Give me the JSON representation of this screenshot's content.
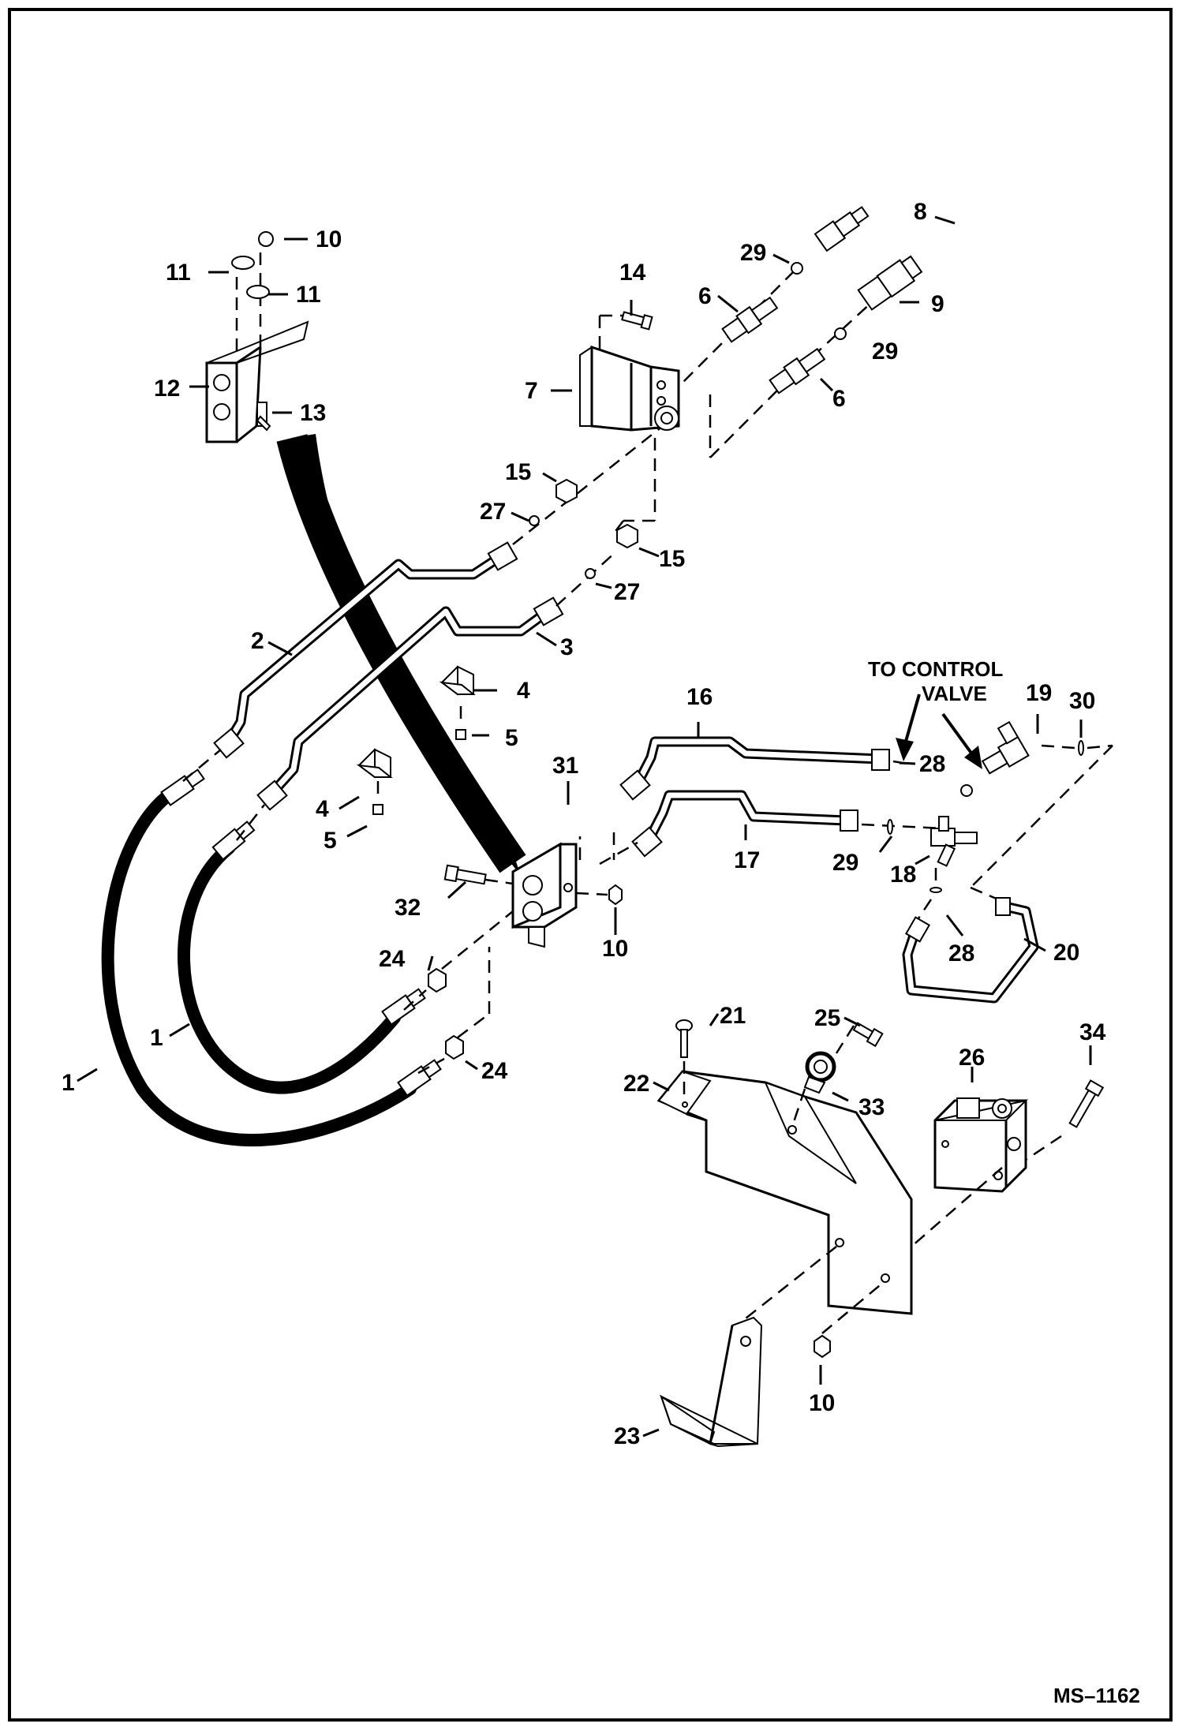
{
  "diagram": {
    "code": "MS–1162",
    "note_line1": "TO CONTROL",
    "note_line2": "VALVE",
    "callouts": {
      "c1a": "1",
      "c1b": "1",
      "c2": "2",
      "c3": "3",
      "c4a": "4",
      "c4b": "4",
      "c5a": "5",
      "c5b": "5",
      "c6a": "6",
      "c6b": "6",
      "c7": "7",
      "c8": "8",
      "c9": "9",
      "c10a": "10",
      "c10b": "10",
      "c10c": "10",
      "c11a": "11",
      "c11b": "11",
      "c12": "12",
      "c13": "13",
      "c14": "14",
      "c15a": "15",
      "c15b": "15",
      "c16": "16",
      "c17": "17",
      "c18": "18",
      "c19": "19",
      "c20": "20",
      "c21": "21",
      "c22": "22",
      "c23": "23",
      "c24a": "24",
      "c24b": "24",
      "c25": "25",
      "c26": "26",
      "c27a": "27",
      "c27b": "27",
      "c28a": "28",
      "c28b": "28",
      "c29a": "29",
      "c29b": "29",
      "c29c": "29",
      "c30": "30",
      "c31": "31",
      "c32": "32",
      "c33": "33",
      "c34": "34"
    }
  }
}
